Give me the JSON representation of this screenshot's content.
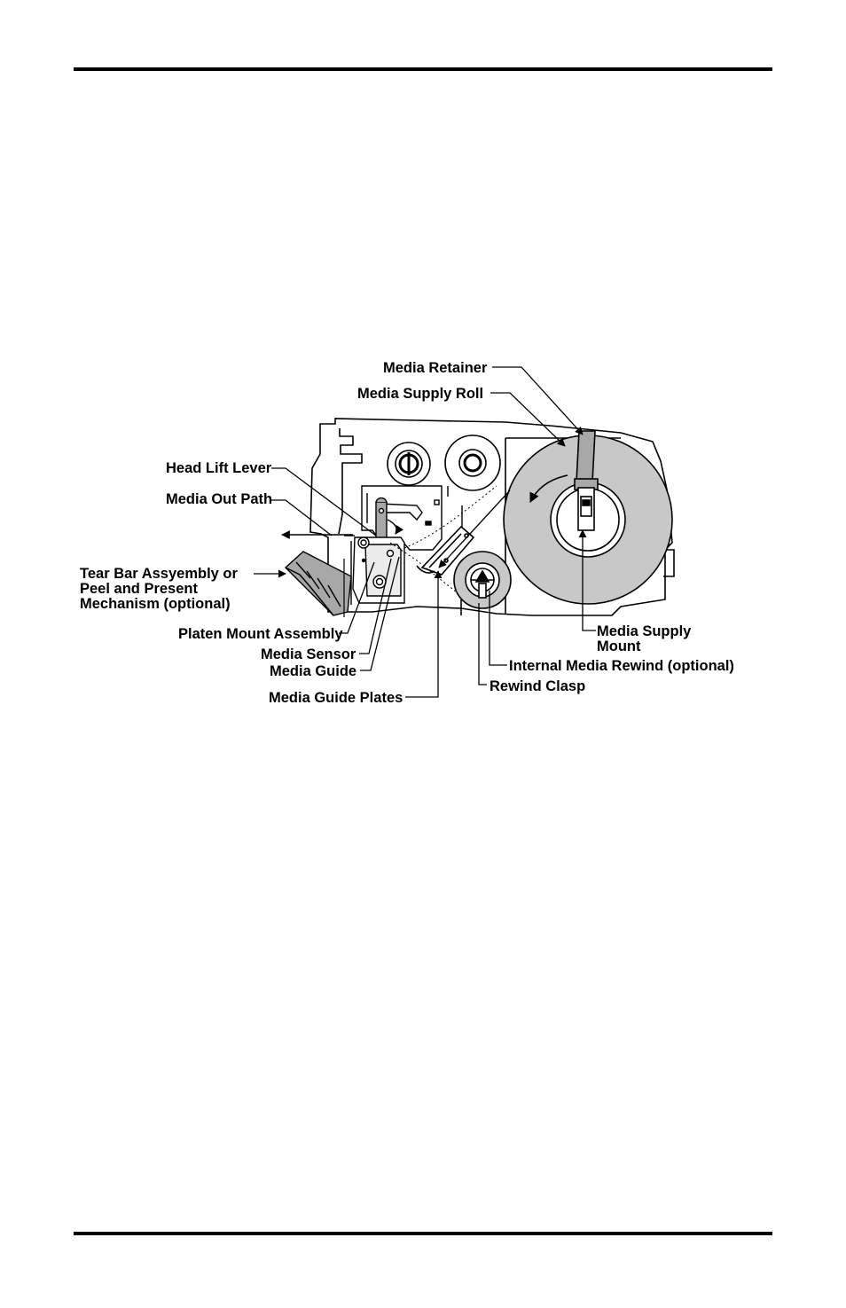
{
  "labels": {
    "media_retainer": "Media Retainer",
    "media_supply_roll": "Media Supply Roll",
    "head_lift_lever": "Head Lift Lever",
    "media_out_path": "Media Out Path",
    "tear_bar_line1": "Tear Bar Assyembly or",
    "tear_bar_line2": "Peel and Present",
    "tear_bar_line3": "Mechanism (optional)",
    "platen_mount_assembly": "Platen Mount Assembly",
    "media_sensor": "Media Sensor",
    "media_guide": "Media Guide",
    "media_guide_plates": "Media Guide Plates",
    "media_supply_mount_line1": "Media Supply",
    "media_supply_mount_line2": "Mount",
    "internal_media_rewind": "Internal Media Rewind (optional)",
    "rewind_clasp": "Rewind Clasp"
  },
  "colors": {
    "line": "#000000",
    "roll_fill": "#c8c8c8",
    "part_fill": "#a8a8a8",
    "background": "#ffffff"
  }
}
